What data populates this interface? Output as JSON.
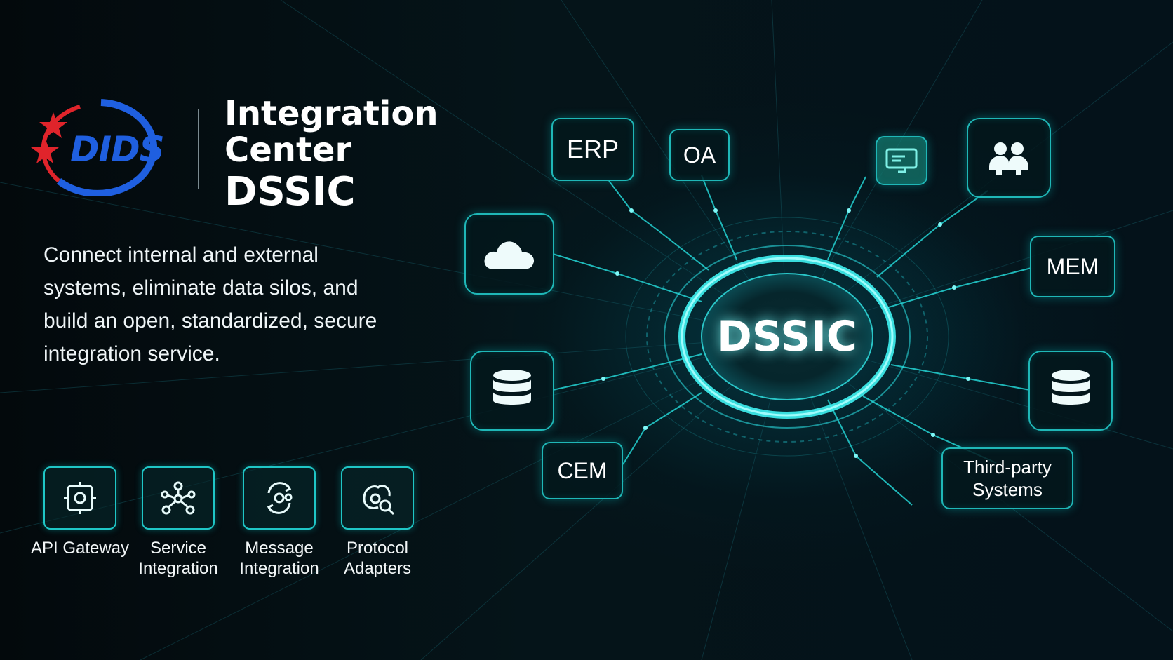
{
  "brand": {
    "logo_text": "DIDS",
    "title_line1": "Integration",
    "title_line2": "Center",
    "title_line3": "DSSIC"
  },
  "description": "Connect internal and external systems, eliminate data silos, and build an open, standardized, secure integration service.",
  "features": [
    {
      "label": "API Gateway",
      "icon": "api-gateway-icon"
    },
    {
      "label": "Service\nIntegration",
      "icon": "service-integration-icon"
    },
    {
      "label": "Message\nIntegration",
      "icon": "message-integration-icon"
    },
    {
      "label": "Protocol\nAdapters",
      "icon": "protocol-adapters-icon"
    }
  ],
  "hub": {
    "label": "DSSIC"
  },
  "nodes": {
    "erp": "ERP",
    "oa": "OA",
    "mem": "MEM",
    "cem": "CEM",
    "third_party": "Third-party\nSystems"
  },
  "icons": {
    "cloud": "cloud-icon",
    "database_left": "database-icon",
    "database_right": "database-icon",
    "monitor": "monitor-icon",
    "users": "users-icon"
  },
  "colors": {
    "accent": "#1fc6c6",
    "glow": "#3ff2f2",
    "brand_blue": "#1f5fe0",
    "brand_red": "#e0242b"
  }
}
